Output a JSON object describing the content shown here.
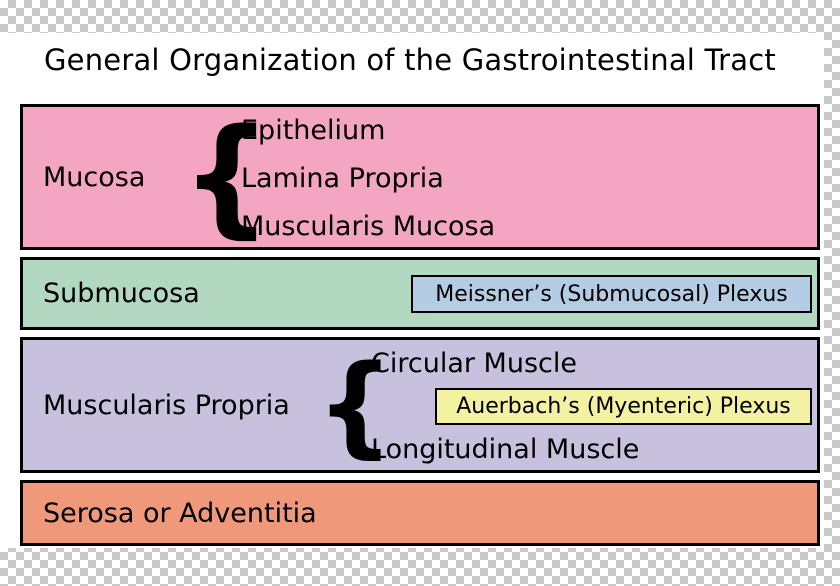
{
  "title": "General Organization of the Gastrointestinal Tract",
  "colors": {
    "mucosa": "#f3a5c1",
    "submucosa": "#b2d8c1",
    "meissner": "#b5cde4",
    "muscularis": "#c7c1de",
    "auerbach": "#f5f1a3",
    "serosa": "#f0997a",
    "border": "#000000",
    "background": "#ffffff"
  },
  "mucosa": {
    "label": "Mucosa",
    "brace": "{",
    "items": [
      "Epithelium",
      "Lamina Propria",
      "Muscularis Mucosa"
    ]
  },
  "submucosa": {
    "label": "Submucosa",
    "plexus": "Meissner’s (Submucosal) Plexus"
  },
  "muscularis": {
    "label": "Muscularis Propria",
    "brace": "{",
    "top_item": "Circular Muscle",
    "plexus": "Auerbach’s (Myenteric) Plexus",
    "bottom_item": "Longitudinal Muscle"
  },
  "serosa": {
    "label": "Serosa or Adventitia"
  }
}
